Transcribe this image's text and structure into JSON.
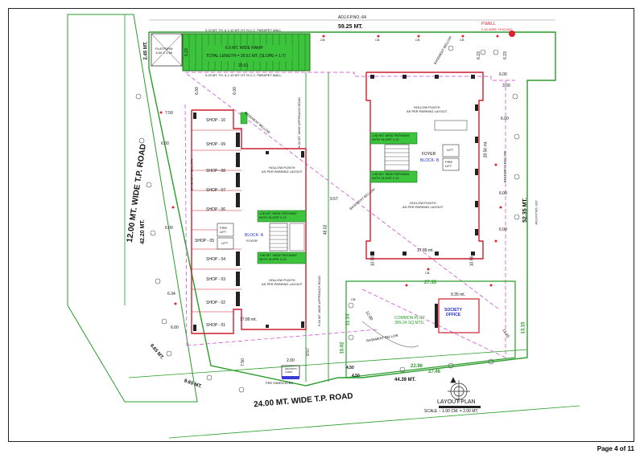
{
  "page_label": "Page 4 of 11",
  "adjacent_top": "ADJ.F.P.NO.-64",
  "adjacent_right": "ADJ.F.P.NO.-107",
  "north_width": "59.25 MT.",
  "pwell": "P.WELL",
  "wire_fencing": "0.45 WIRE FENCING",
  "platform": "PLATFORM\n6.00 X 3.50",
  "ramp_title": "6.0 MT. WIDE RAMP",
  "ramp_length": "TOTAL LENGTH = 29.51 MT. (SLOPE = 1:7)",
  "ramp_wall_top": "0.23 MT. TH. & 1.10 MT. HT. R.C.C. PARAPET WALL",
  "ramp_wall_bottom": "0.23 MT. TH. & 1.10 MT. HT. R.C.C. PARAPET WALL",
  "road_west": "12.00 MT. WIDE T.P. ROAD",
  "road_south": "24.00 MT. WIDE T.P. ROAD",
  "approach_road_1": "6.00 MT. WIDE APPROACH ROAD",
  "approach_road_2": "6.00 MT. WIDE APPROACH ROAD",
  "layout_title": "LAYOUT PLAN",
  "layout_scale": "SCALE :- 1.00 CM. = 2.00 MT.",
  "common_plot": "COMMON PLOT\n389.24 SQ.MTS.",
  "society_office": "SOCIETY\nOFFICE",
  "basement_below": "BASEMENT BELLOW",
  "block_a": "BLOCK- A",
  "block_b": "BLOCK- B",
  "foyer": "FOYER",
  "lift": "LIFT",
  "fire_lift": "FIRE\nLIFT",
  "hollow_plinth": "HOLLOW PLINTH\nAS PER PARKING LAYOUT",
  "pathway": "1.80 MT. WIDE PATHWAY\nWITH SLOPE 1:12",
  "security": "SECURITY\nCABIN",
  "prefab": "PRE FABRICATED",
  "cb": "CB",
  "shops": [
    "SHOP - 10",
    "SHOP - 09",
    "SHOP - 08",
    "SHOP - 07",
    "SHOP - 06",
    "SHOP - 05",
    "SHOP - 04",
    "SHOP - 03",
    "SHOP - 02",
    "SHOP - 01"
  ],
  "dims": {
    "d245": "2.45 MT.",
    "d4220": "42.20 MT.",
    "d5235": "52.35 MT.",
    "d4439": "44.39 MT.",
    "d965a": "9.65 MT.",
    "d965b": "9.65 MT.",
    "d2735": "27.35",
    "d2746": "27.46",
    "d2296": "22.96",
    "d1114": "11.14",
    "d1502": "15.02",
    "d1315": "13.15",
    "d2661": "20.61",
    "d1789a": "17.89 mt.",
    "d1789b": "17.89 mt.",
    "d935": "9.35 mt.",
    "d957a": "9.57",
    "d957b": "9.57",
    "d4802": "48.02",
    "d2856": "28.56 mt.",
    "d750a": "7.50",
    "d750b": "7.50",
    "d600a": "6.00",
    "d600b": "6.00",
    "d600c": "6.00",
    "d600d": "6.00",
    "d600e": "6.00",
    "d600f": "6.00",
    "d634": "6.34",
    "d623a": "6.23",
    "d623b": "6.23",
    "d623c": "6.23",
    "d300": "3.00",
    "d450a": "4.50",
    "d450b": "4.50",
    "d200": "2.00",
    "d1200": "12.00",
    "d1145": "11.45",
    "d1050": "10.50",
    "d1056": "10.56"
  },
  "colors": {
    "boundary": "#2a9c2a",
    "building": "#cc1f2d",
    "magenta": "#d03ad0",
    "ramp": "#3cc43c",
    "road": "#2b8f2b"
  }
}
